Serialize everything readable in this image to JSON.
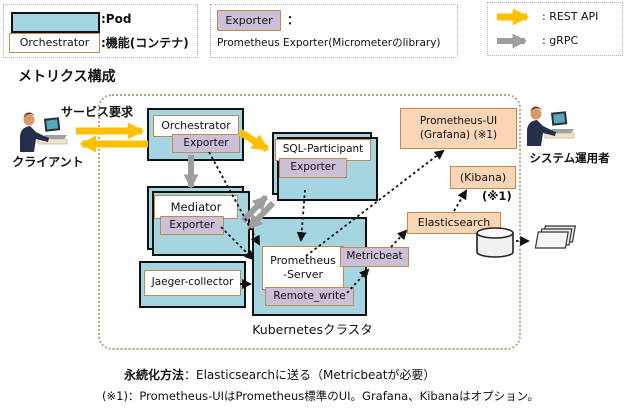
{
  "colors": {
    "pod_fill": "#A5D5E0",
    "label_border": "#C08A50",
    "exporter_fill": "#CCC0D9",
    "orange_fill": "#FBD5B5",
    "rest_arrow": "#FFC000",
    "grpc_arrow": "#9E9E9E",
    "cluster_border": "#9FB089",
    "dotted_arrow": "#111111"
  },
  "legend": {
    "pod_label": ":Pod",
    "container_box": "Orchestrator",
    "container_label": ":機能(コンテナ)",
    "exporter_box": "Exporter",
    "exporter_colon": "：",
    "exporter_desc": "Prometheus Exporter(Micrometerのlibrary)",
    "rest_api_label": ": REST API",
    "grpc_label": ": gRPC"
  },
  "title": "メトリクス構成",
  "client": {
    "label": "クライアント",
    "request": "サービス要求"
  },
  "operator": {
    "label": "システム運用者"
  },
  "cluster": {
    "label": "Kubernetesクラスタ",
    "orchestrator": {
      "name": "Orchestrator",
      "exporter": "Exporter"
    },
    "sql_participant": {
      "name": "SQL-Participant",
      "exporter": "Exporter"
    },
    "mediator": {
      "name": "Mediator",
      "exporter": "Exporter"
    },
    "jaeger": {
      "name": "Jaeger-collector"
    },
    "prometheus": {
      "name_line1": "Prometheus",
      "name_line2": "-Server",
      "remote_write": "Remote_write",
      "metricbeat": "Metricbeat"
    },
    "prometheus_ui": {
      "line1": "Prometheus-UI",
      "line2": "(Grafana) (※1)"
    },
    "kibana": {
      "label": "(Kibana)",
      "note": "(※1)"
    },
    "elasticsearch": {
      "label": "Elasticsearch"
    }
  },
  "notes": {
    "line1_head": "永続化方法",
    "line1_rest": "：Elasticsearchに送る（Metricbeatが必要）",
    "line2": "(※1)：Prometheus-UIはPrometheus標準のUI。Grafana、Kibanaはオプション。"
  }
}
